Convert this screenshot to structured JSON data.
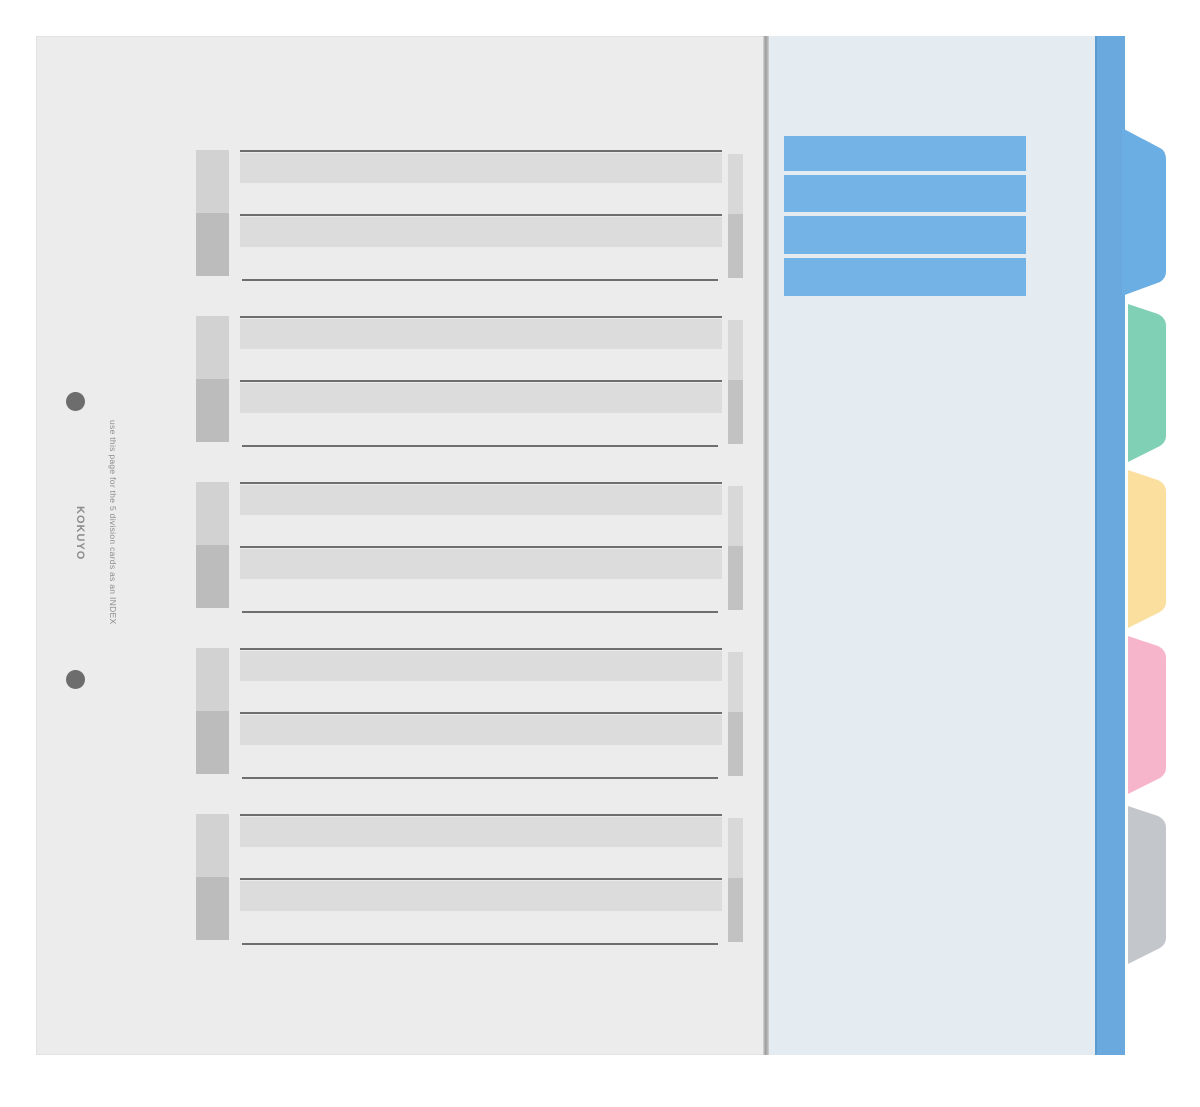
{
  "index_sheet": {
    "brand": "KOKUYO",
    "instruction": "use this page for the 5 division cards as an INDEX",
    "label_group_count": 5
  },
  "colors": {
    "sheet": "#ececec",
    "right_sheet": "#e4ecf1",
    "blue_edge": "#6aa9dd",
    "tab_blue": "#6aaee3",
    "tab_green": "#7fd0b4",
    "tab_yellow": "#fbdf9e",
    "tab_pink": "#f7b5cb",
    "tab_gray": "#c3c6cb",
    "stripe_blue": "#74b3e6"
  },
  "tabs": [
    {
      "name": "blue"
    },
    {
      "name": "green"
    },
    {
      "name": "yellow"
    },
    {
      "name": "pink"
    },
    {
      "name": "gray"
    }
  ]
}
